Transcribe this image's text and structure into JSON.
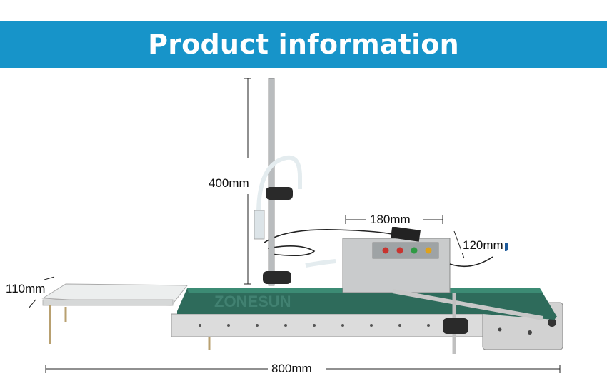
{
  "header": {
    "title": "Product information"
  },
  "dimensions": {
    "height": "400mm",
    "box_width": "180mm",
    "box_depth": "120mm",
    "tray_width": "110mm",
    "length": "800mm"
  },
  "watermark": "ZONESUN",
  "colors": {
    "banner": "#1794c9",
    "belt": "#2e6b5b",
    "frame": "#d8d8d8"
  },
  "buttons": [
    {
      "color": "#c8342f"
    },
    {
      "color": "#c8342f"
    },
    {
      "color": "#2f9a44"
    },
    {
      "color": "#e0a21a"
    }
  ]
}
